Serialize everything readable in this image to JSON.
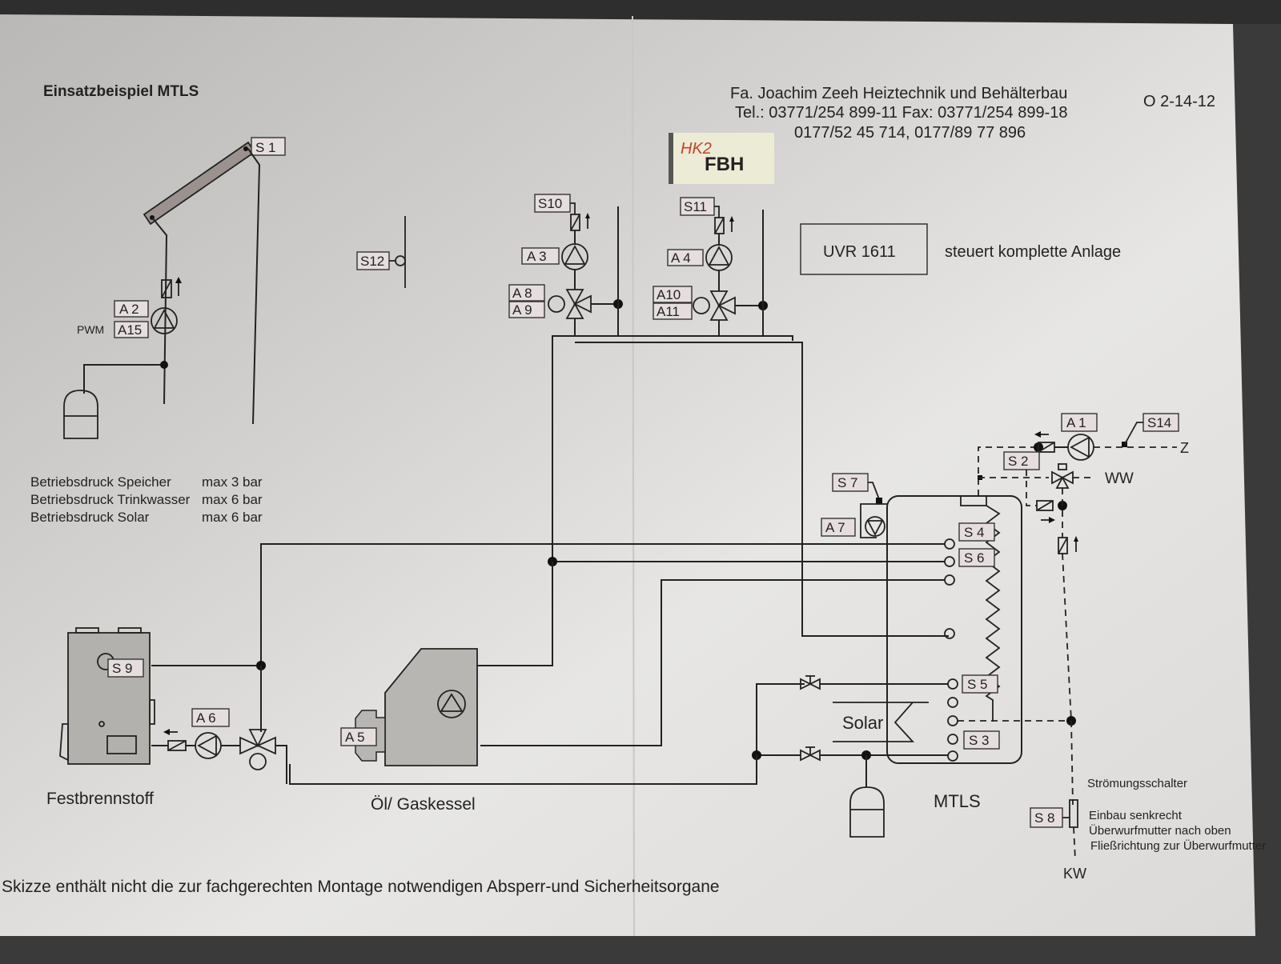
{
  "title": "Einsatzbeispiel MTLS",
  "header": {
    "company_line": "Fa. Joachim Zeeh  Heiztechnik und Behälterbau",
    "phone_line": "Tel.: 03771/254 899-11 Fax: 03771/254 899-18",
    "mobile_line": "0177/52 45 714, 0177/89 77 896",
    "doc_code": "O 2-14-12"
  },
  "sticky_note": {
    "handwritten": "HK2",
    "text": "FBH"
  },
  "controller": {
    "name": "UVR 1611",
    "description": "steuert komplette Anlage"
  },
  "pressure_notes": [
    {
      "label": "Betriebsdruck Speicher",
      "value": "max 3 bar"
    },
    {
      "label": "Betriebsdruck Trinkwasser",
      "value": "max 6 bar"
    },
    {
      "label": "Betriebsdruck Solar",
      "value": "max 6 bar"
    }
  ],
  "sensors": {
    "s1": "S 1",
    "s2": "S 2",
    "s3": "S 3",
    "s4": "S 4",
    "s5": "S 5",
    "s6": "S 6",
    "s7": "S 7",
    "s8": "S 8",
    "s9": "S 9",
    "s10": "S10",
    "s11": "S11",
    "s12": "S12",
    "s14": "S14"
  },
  "outputs": {
    "a1": "A 1",
    "a2": "A 2",
    "a3": "A 3",
    "a4": "A 4",
    "a5": "A 5",
    "a6": "A 6",
    "a7": "A 7",
    "a8": "A 8",
    "a9": "A 9",
    "a10": "A10",
    "a11": "A11",
    "a15": "A15"
  },
  "pwm_label": "PWM",
  "components": {
    "solid_fuel_boiler": "Festbrennstoff",
    "oil_gas_boiler": "Öl/ Gaskessel",
    "storage_tank": "MTLS",
    "solar_coil": "Solar"
  },
  "lines": {
    "circulation": "Z",
    "hot_water": "WW",
    "cold_water": "KW"
  },
  "flow_switch": {
    "title": "Strömungsschalter",
    "notes": [
      "Einbau senkrecht",
      "Überwurfmutter nach oben",
      "Fließrichtung zur Überwurfmutter"
    ]
  },
  "footer_note": "Skizze enthält nicht die zur fachgerechten Montage notwendigen Absperr-und Sicherheitsorgane"
}
